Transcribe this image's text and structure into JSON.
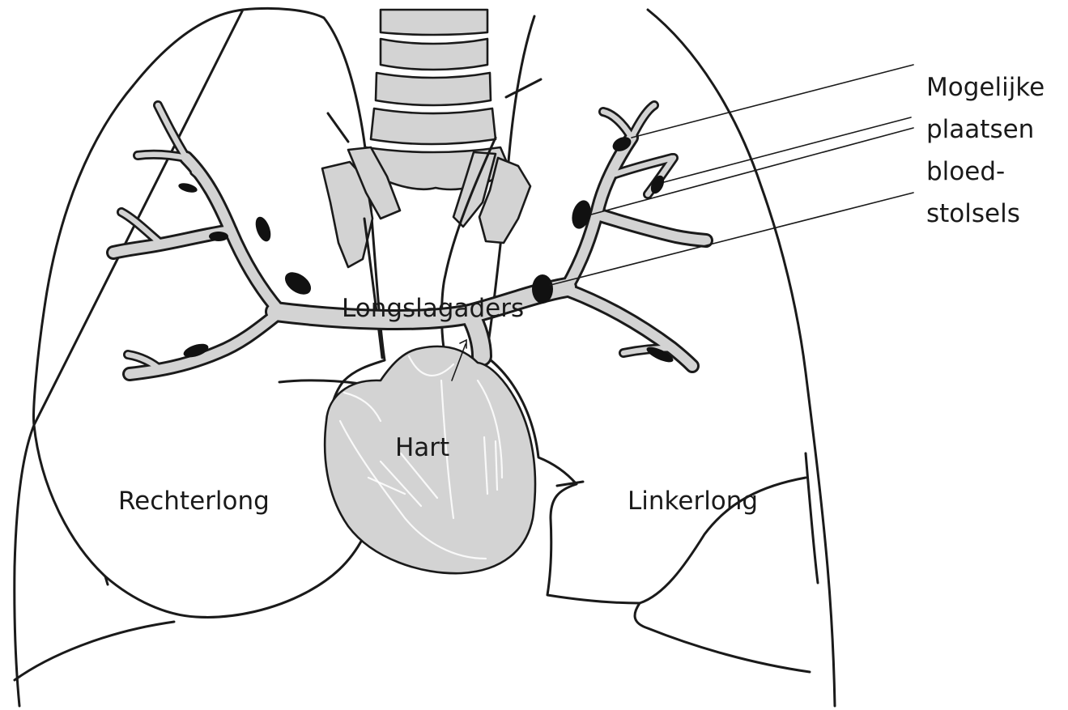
{
  "labels": {
    "right_lung": "Rechterlong",
    "left_lung": "Linkerlong",
    "heart": "Hart",
    "pulmonary_arteries": "Longslagaders"
  },
  "callout": {
    "lines": [
      "Mogelijke",
      "plaatsen",
      "bloed-",
      "stolsels"
    ]
  },
  "colors": {
    "outline": "#1a1a1a",
    "tissue_fill": "#d3d3d3",
    "clot": "#111111",
    "background": "#ffffff"
  }
}
